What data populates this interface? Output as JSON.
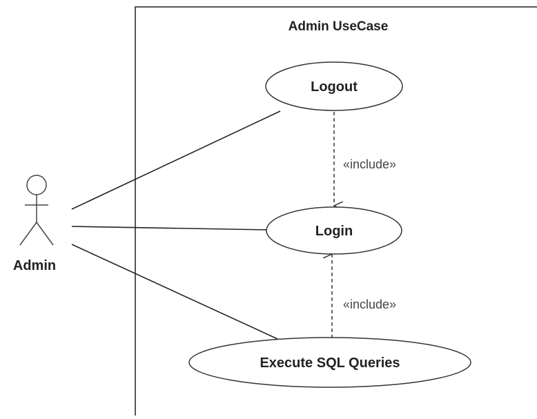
{
  "diagram": {
    "system_title": "Admin UseCase",
    "actor": {
      "label": "Admin"
    },
    "use_cases": {
      "logout": "Logout",
      "login": "Login",
      "execute_sql": "Execute SQL Queries"
    },
    "relations": {
      "logout_include": "«include»",
      "execute_include": "«include»"
    }
  }
}
